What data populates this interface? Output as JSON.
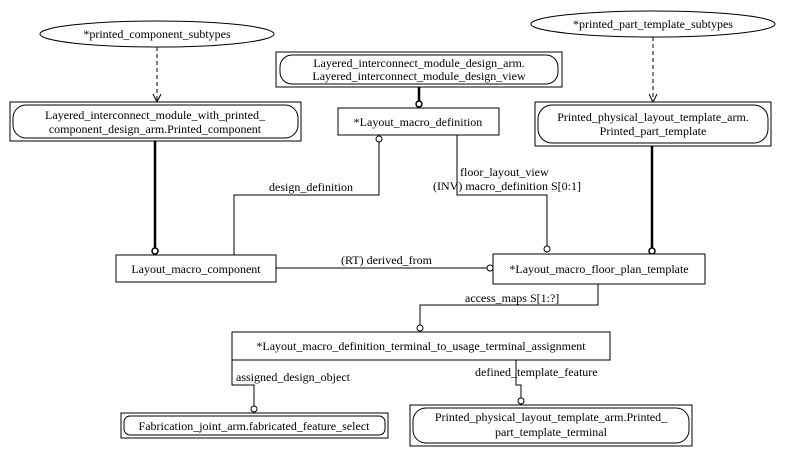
{
  "nodes": {
    "printed_component_subtypes": "*printed_component_subtypes",
    "printed_part_template_subtypes": "*printed_part_template_subtypes",
    "lim_design_view": [
      "Layered_interconnect_module_design_arm.",
      "Layered_interconnect_module_design_view"
    ],
    "lim_printed_component": [
      "Layered_interconnect_module_with_printed_",
      "component_design_arm.Printed_component"
    ],
    "layout_macro_definition": "*Layout_macro_definition",
    "printed_part_template": [
      "Printed_physical_layout_template_arm.",
      "Printed_part_template"
    ],
    "layout_macro_component": "Layout_macro_component",
    "layout_macro_floor_plan_template": "*Layout_macro_floor_plan_template",
    "terminal_assignment": "*Layout_macro_definition_terminal_to_usage_terminal_assignment",
    "fabricated_feature_select": "Fabrication_joint_arm.fabricated_feature_select",
    "part_template_terminal": [
      "Printed_physical_layout_template_arm.Printed_",
      "part_template_terminal"
    ]
  },
  "edges": {
    "design_definition": "design_definition",
    "floor_layout_view": "floor_layout_view",
    "macro_definition_inv": "(INV) macro_definition S[0:1]",
    "derived_from": "(RT) derived_from",
    "access_maps": "access_maps S[1:?]",
    "assigned_design_object": "assigned_design_object",
    "defined_template_feature": "defined_template_feature"
  }
}
